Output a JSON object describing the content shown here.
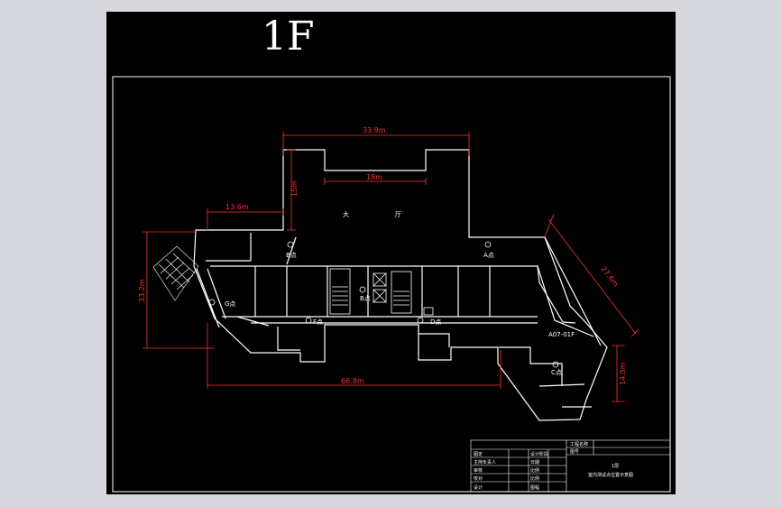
{
  "drawing": {
    "floor_title": "1F",
    "hall_label_1": "大",
    "hall_label_2": "厅",
    "dimensions": {
      "top_width": "33.9m",
      "inner_width": "18m",
      "vertical_left": "15m",
      "left_top": "13.6m",
      "left_height": "33.2m",
      "diag_right": "27.6m",
      "right_height": "14.5m",
      "bottom_width": "66.8m"
    },
    "points": {
      "A": "A点",
      "B": "B点",
      "C": "C点",
      "D": "D点",
      "E": "E点",
      "F": "F点",
      "G": "G点"
    },
    "room_tag": "A07-01F"
  },
  "title_block": {
    "project_header": "工程名称",
    "sheet_no": "图号",
    "drawing_name_1": "1层",
    "drawing_name_2": "室内测试点位置示意图",
    "left_col": [
      "图定",
      "主持负责人",
      "审核",
      "校对",
      "设计"
    ],
    "mid_col": [
      "设计阶段",
      "日期",
      "比例",
      "比例",
      "图幅"
    ]
  },
  "colors": {
    "background": "#000000",
    "lines": "#ffffff",
    "dimensions": "#ff3030",
    "frame": "#d6d8dd"
  }
}
